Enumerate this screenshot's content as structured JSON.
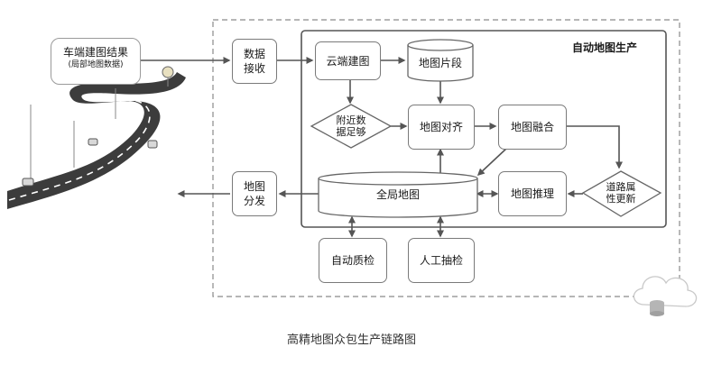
{
  "source": {
    "title": "车端建图结果",
    "subtitle": "(局部地图数据)"
  },
  "production_title": "自动地图生产",
  "nodes": {
    "receive": "数据\n接收",
    "cloud_build": "云端建图",
    "fragments": "地图片段",
    "nearby_enough": "附近数\n据足够",
    "align": "地图对齐",
    "fuse": "地图融合",
    "road_attr_update": "道路属\n性更新",
    "inference": "地图推理",
    "global_map": "全局地图",
    "distribute": "地图\n分发",
    "auto_qc": "自动质检",
    "manual_check": "人工抽检"
  },
  "caption": "高精地图众包生产链路图"
}
